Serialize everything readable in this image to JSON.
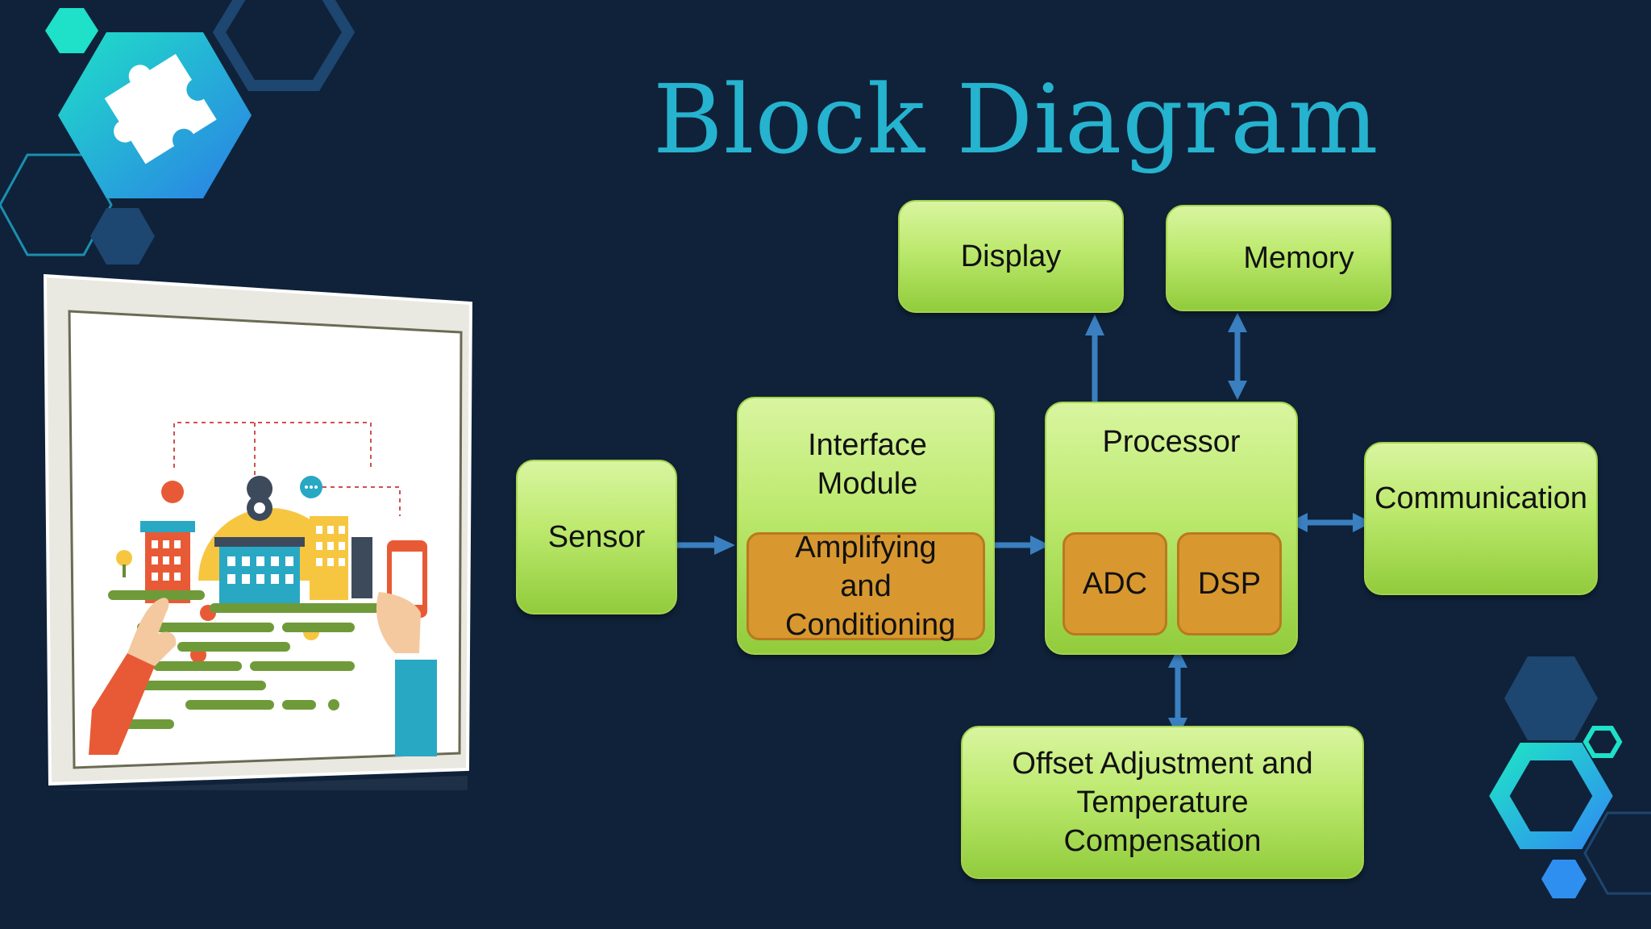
{
  "title": "Block Diagram",
  "blocks": {
    "sensor": "Sensor",
    "interface": "Interface Module",
    "amplifying": "Amplifying and Conditioning",
    "processor": "Processor",
    "adc": "ADC",
    "dsp": "DSP",
    "display": "Display",
    "memory": "Memory",
    "communication": "Communication",
    "offset": "Offset Adjustment and Temperature Compensation"
  },
  "colors": {
    "background": "#0f2239",
    "title": "#25b3cf",
    "block_green": "#bce96d",
    "inner_orange": "#d8982f",
    "arrow": "#3a7fc0",
    "accent_teal": "#1fe0c8"
  },
  "icons": {
    "logo": "puzzle-piece-icon",
    "illustration": "smart-city-illustration"
  }
}
